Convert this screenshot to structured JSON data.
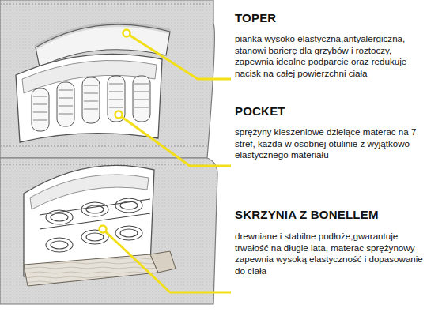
{
  "diagram": {
    "labels": [
      "TOPER",
      "pianka wysoko elastyczna,antyalergiczna, stanowi barierę dla grzybów i roztoczy, zapewnia idealne podparcie oraz redukuje nacisk na całej powierzchni ciała",
      "POCKET",
      "sprężyny kieszeniowe dzielące materac na 7 stref, każda w osobnej otulinie z wyjątkowo elastycznego materiału",
      "SKRZYNIA Z BONELLEM",
      "drewniane i stabilne podłoże,gwarantuje trwałość na długie lata, materac sprężynowy zapewnia wysoką elastyczność i dopasowanie do ciała"
    ]
  }
}
